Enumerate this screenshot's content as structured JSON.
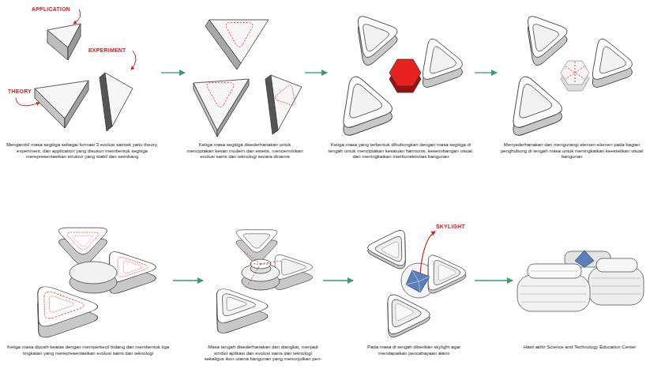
{
  "diagram": {
    "nodes": [
      {
        "text": [
          "Mengambil masa segitiga sebagai formasi 3 evolusi saintek yaitu theory, experiment, dan application yang disusun membentuk segitiga merepresentasikan struktur yang stabil dan seimbang"
        ]
      },
      {
        "text": [
          "Ketiga masa segitiga disederhanakan untuk menciptakan kesan modern dan estetis, mencerminkan evolusi sains dan teknologi secara dinamis"
        ]
      },
      {
        "text": [
          "Ketiga masa yang terbentuk dihubungkan dengan masa segitiga di tengah untuk menciptakan kesatuan harmonis, keseimbangan visual, dan meningkatkan interkonektivitas bangunan"
        ]
      },
      {
        "text": [
          "Menyederhanakan dan mengurangi elemen-elemen pada bagian penghubung di tengah masa untuk meningkatkan keestetikan visual bangunan"
        ]
      },
      {
        "text": [
          "Ketiga masa dipush keatas dengan memperkecil bidang dan membentuk tiga tingkatan yang merepresentasikan evolusi sains dan teknologi"
        ]
      },
      {
        "text": [
          "Masa tengah disederhanakan dan diangkat, menjadi simbol aplikasi dan evolusi sains dan teknologi sekaligus ikon utama bangunan yang menonjolkan pen-"
        ]
      },
      {
        "text": [
          "Pada masa di tengah diberikan skylight agar mendapatkan pencahayaan alami"
        ]
      },
      {
        "text": [
          "Hasil akhir Science and Technology Education Center"
        ]
      }
    ],
    "edges": [
      {
        "from": 0,
        "to": 1,
        "arrow": "to"
      },
      {
        "from": 1,
        "to": 2,
        "arrow": "to"
      },
      {
        "from": 2,
        "to": 3,
        "arrow": "to"
      },
      {
        "from": 4,
        "to": 5,
        "arrow": "to"
      },
      {
        "from": 5,
        "to": 6,
        "arrow": "to"
      },
      {
        "from": 6,
        "to": 7,
        "arrow": "to"
      }
    ],
    "labels": [
      "APPLICATION",
      "EXPERIMENT",
      "THEORY",
      "SKYLIGHT"
    ]
  }
}
